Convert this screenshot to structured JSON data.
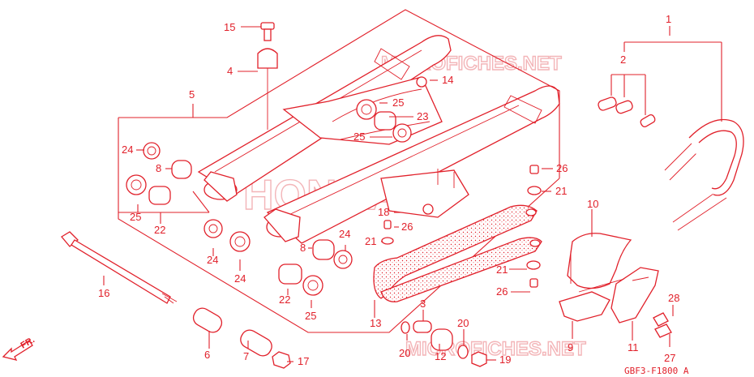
{
  "diagram_code": "GBF3-F1800 A",
  "direction_label": "FR.",
  "watermarks": [
    "MICROFICHES.NET",
    "HONDA"
  ],
  "callouts": [
    "1",
    "2",
    "3",
    "4",
    "5",
    "6",
    "7",
    "8",
    "9",
    "10",
    "11",
    "12",
    "13",
    "14",
    "15",
    "16",
    "17",
    "18",
    "19",
    "20",
    "21",
    "22",
    "23",
    "24",
    "25",
    "26",
    "27",
    "28"
  ],
  "colors": {
    "line": "#e1202a",
    "watermark": "#f3b5b8",
    "background": "#ffffff"
  }
}
